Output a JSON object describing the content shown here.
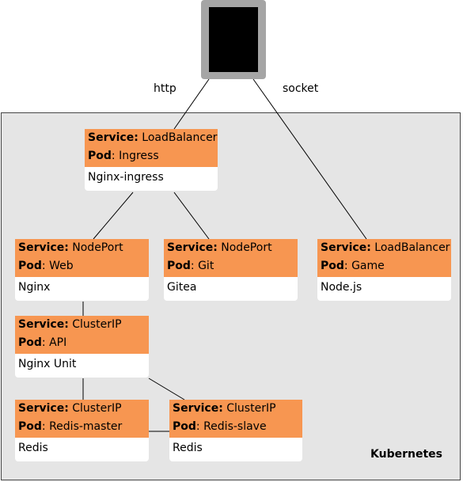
{
  "cluster_label": "Kubernetes",
  "edge_labels": {
    "http": "http",
    "socket": "socket"
  },
  "nodes": {
    "ingress": {
      "service_key": "Service:",
      "service": "LoadBalancer",
      "pod_key": "Pod",
      "pod": "Ingress",
      "name": "Nginx-ingress"
    },
    "web": {
      "service_key": "Service:",
      "service": "NodePort",
      "pod_key": "Pod",
      "pod": "Web",
      "name": "Nginx"
    },
    "git": {
      "service_key": "Service:",
      "service": "NodePort",
      "pod_key": "Pod",
      "pod": "Git",
      "name": "Gitea"
    },
    "game": {
      "service_key": "Service:",
      "service": "LoadBalancer",
      "pod_key": "Pod",
      "pod": "Game",
      "name": "Node.js"
    },
    "api": {
      "service_key": "Service:",
      "service": "ClusterIP",
      "pod_key": "Pod",
      "pod": "API",
      "name": "Nginx Unit"
    },
    "redis_master": {
      "service_key": "Service:",
      "service": "ClusterIP",
      "pod_key": "Pod",
      "pod": "Redis-master",
      "name": "Redis"
    },
    "redis_slave": {
      "service_key": "Service:",
      "service": "ClusterIP",
      "pod_key": "Pod",
      "pod": "Redis-slave",
      "name": "Redis"
    }
  },
  "edges": [
    [
      "device",
      "ingress"
    ],
    [
      "device",
      "game"
    ],
    [
      "ingress",
      "web"
    ],
    [
      "ingress",
      "git"
    ],
    [
      "web",
      "api"
    ],
    [
      "api",
      "redis_master"
    ],
    [
      "api",
      "redis_slave"
    ],
    [
      "redis_master",
      "redis_slave"
    ]
  ],
  "colors": {
    "header": "#f79651",
    "cluster_bg": "#e5e5e5",
    "device": "#a5a5a5"
  }
}
